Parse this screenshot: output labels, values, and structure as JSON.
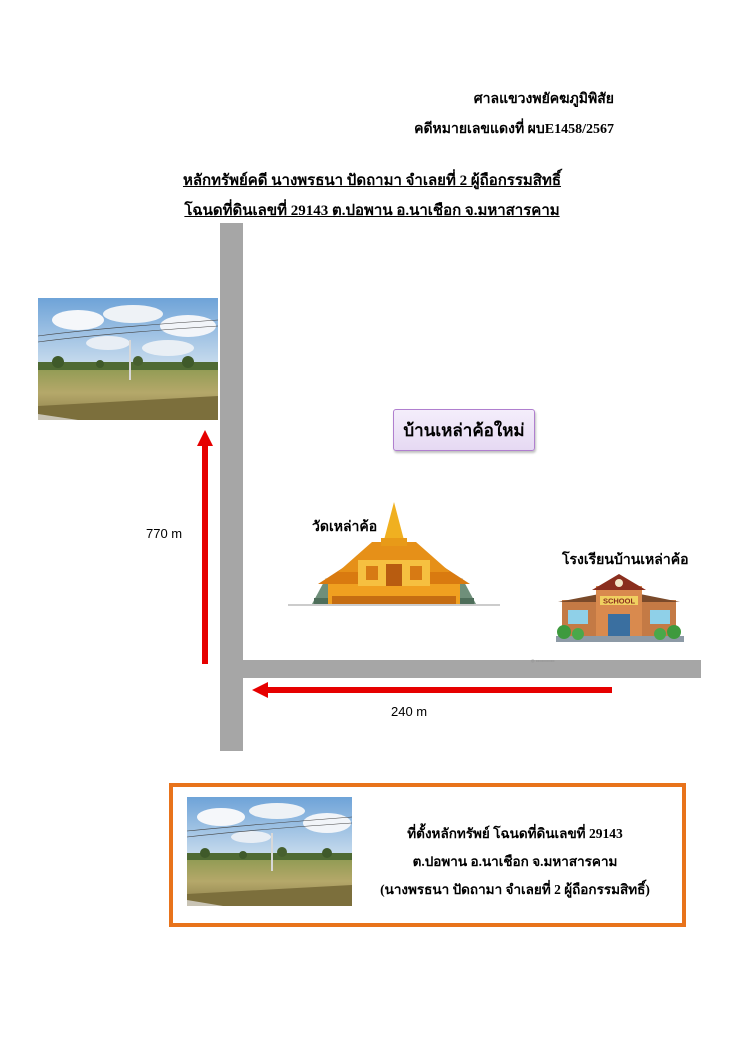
{
  "header": {
    "court": "ศาลแขวงพยัคฆภูมิพิสัย",
    "case_no": "คดีหมายเลขแดงที่ ผบE1458/2567"
  },
  "title": {
    "line1": "หลักทรัพย์คดี นางพรธนา ปัดถามา จำเลยที่ 2 ผู้ถือกรรมสิทธิ์",
    "line2": "โฉนดที่ดินเลขที่  29143 ต.ปอพาน  อ.นาเชือก  จ.มหาสารคาม"
  },
  "map": {
    "village_label": "บ้านเหล่าค้อใหม่",
    "temple_label": "วัดเหล่าค้อ",
    "school_label": "โรงเรียนบ้านเหล่าค้อ",
    "school_sign": "SCHOOL",
    "distance_vertical": "770 m",
    "distance_horizontal": "240 m",
    "arrow_color": "#e60000",
    "road_color": "#a6a6a6"
  },
  "info_box": {
    "line1": "ที่ตั้งหลักทรัพย์ โฉนดที่ดินเลขที่ 29143",
    "line2": "ต.ปอพาน  อ.นาเชือก จ.มหาสารคาม",
    "line3": "(นางพรธนา ปัดถามา  จำเลยที่ 2  ผู้ถือกรรมสิทธิ์)",
    "border_color": "#e8731b"
  }
}
